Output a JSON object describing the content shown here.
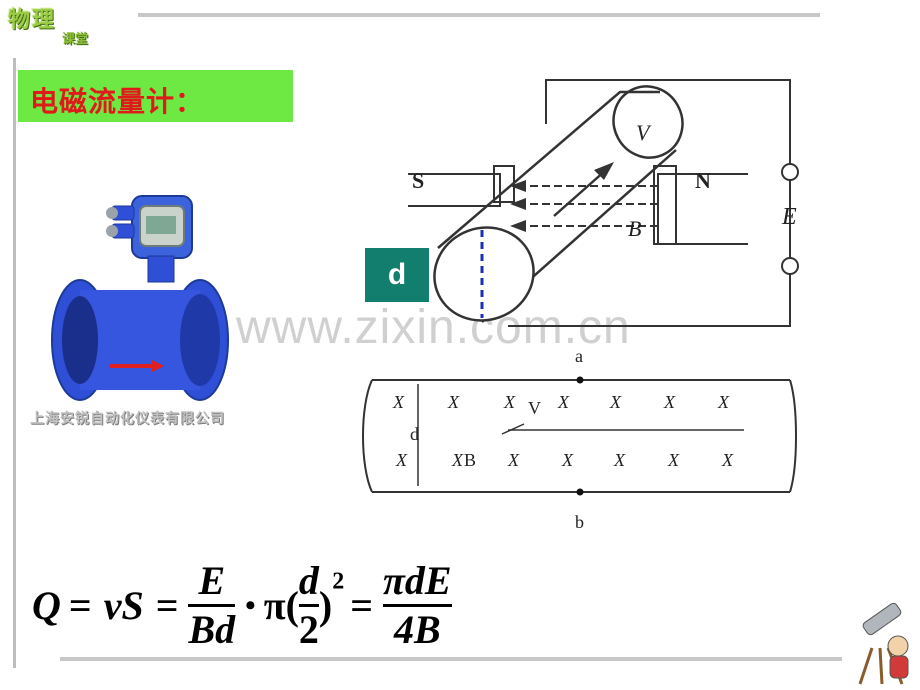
{
  "header": {
    "logo_main": "物理",
    "logo_sub": "课堂"
  },
  "slide_title": "电磁流量计：",
  "device_caption": "上海安锐自动化仪表有限公司",
  "watermark": "www.zixin.com.cn",
  "diagram_top": {
    "pole_left": "S",
    "pole_right": "N",
    "velocity": "V",
    "field": "B",
    "emf": "E",
    "diameter_box": "d"
  },
  "diagram_bottom": {
    "point_a": "a",
    "point_b": "b",
    "diameter": "d",
    "velocity": "V",
    "field": "B",
    "cross": "X"
  },
  "formula": {
    "Q": "Q",
    "eq1": "=",
    "vS": "vS",
    "eq2": "=",
    "frac1_num": "E",
    "frac1_den": "Bd",
    "dot": "•",
    "pi": "π(",
    "frac2_num": "d",
    "frac2_den": "2",
    "close": ")",
    "exp": "2",
    "eq3": "=",
    "frac3_num": "πdE",
    "frac3_den": "4B"
  },
  "colors": {
    "title_bg": "#6ee842",
    "title_text": "#e01a1a",
    "d_box": "#127f6e",
    "device_blue": "#2f4fd6"
  }
}
